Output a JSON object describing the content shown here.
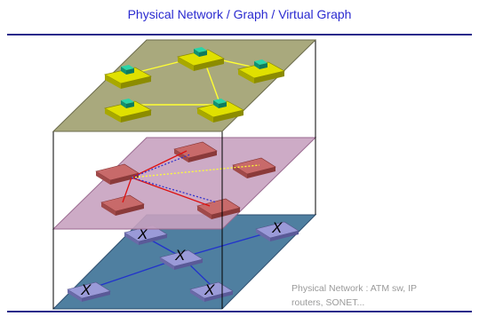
{
  "title": "Physical Network / Graph / Virtual Graph",
  "caption_line1": "Physical Network : ATM   sw, IP",
  "caption_line2": "routers, SONET...",
  "node_label": "X",
  "colors": {
    "title": "#2a2ad0",
    "rule": "#2a2a8a",
    "top_plane": "#a9a97d",
    "middle_plane": "#c8a2c0",
    "bottom_plane": "#4f7fa0",
    "virtual_links": "#ffff33",
    "graph_links_red": "#dd1111",
    "graph_links_blue_dotted": "#3333cc",
    "physical_links": "#2233cc",
    "caption": "#9a9a9a"
  }
}
